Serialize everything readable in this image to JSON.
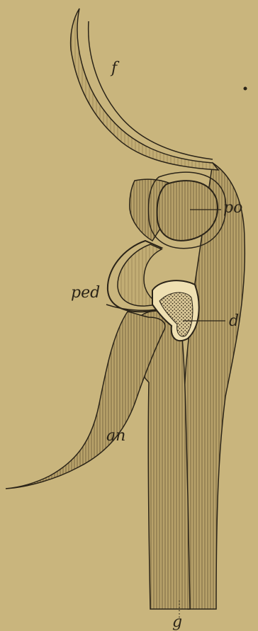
{
  "figure": {
    "background_color": "#c9b57d",
    "ink_color": "#2b2418",
    "labels": {
      "f": "f",
      "po": "po",
      "ped": "ped",
      "d": "d",
      "an": "an",
      "g": "g"
    }
  }
}
